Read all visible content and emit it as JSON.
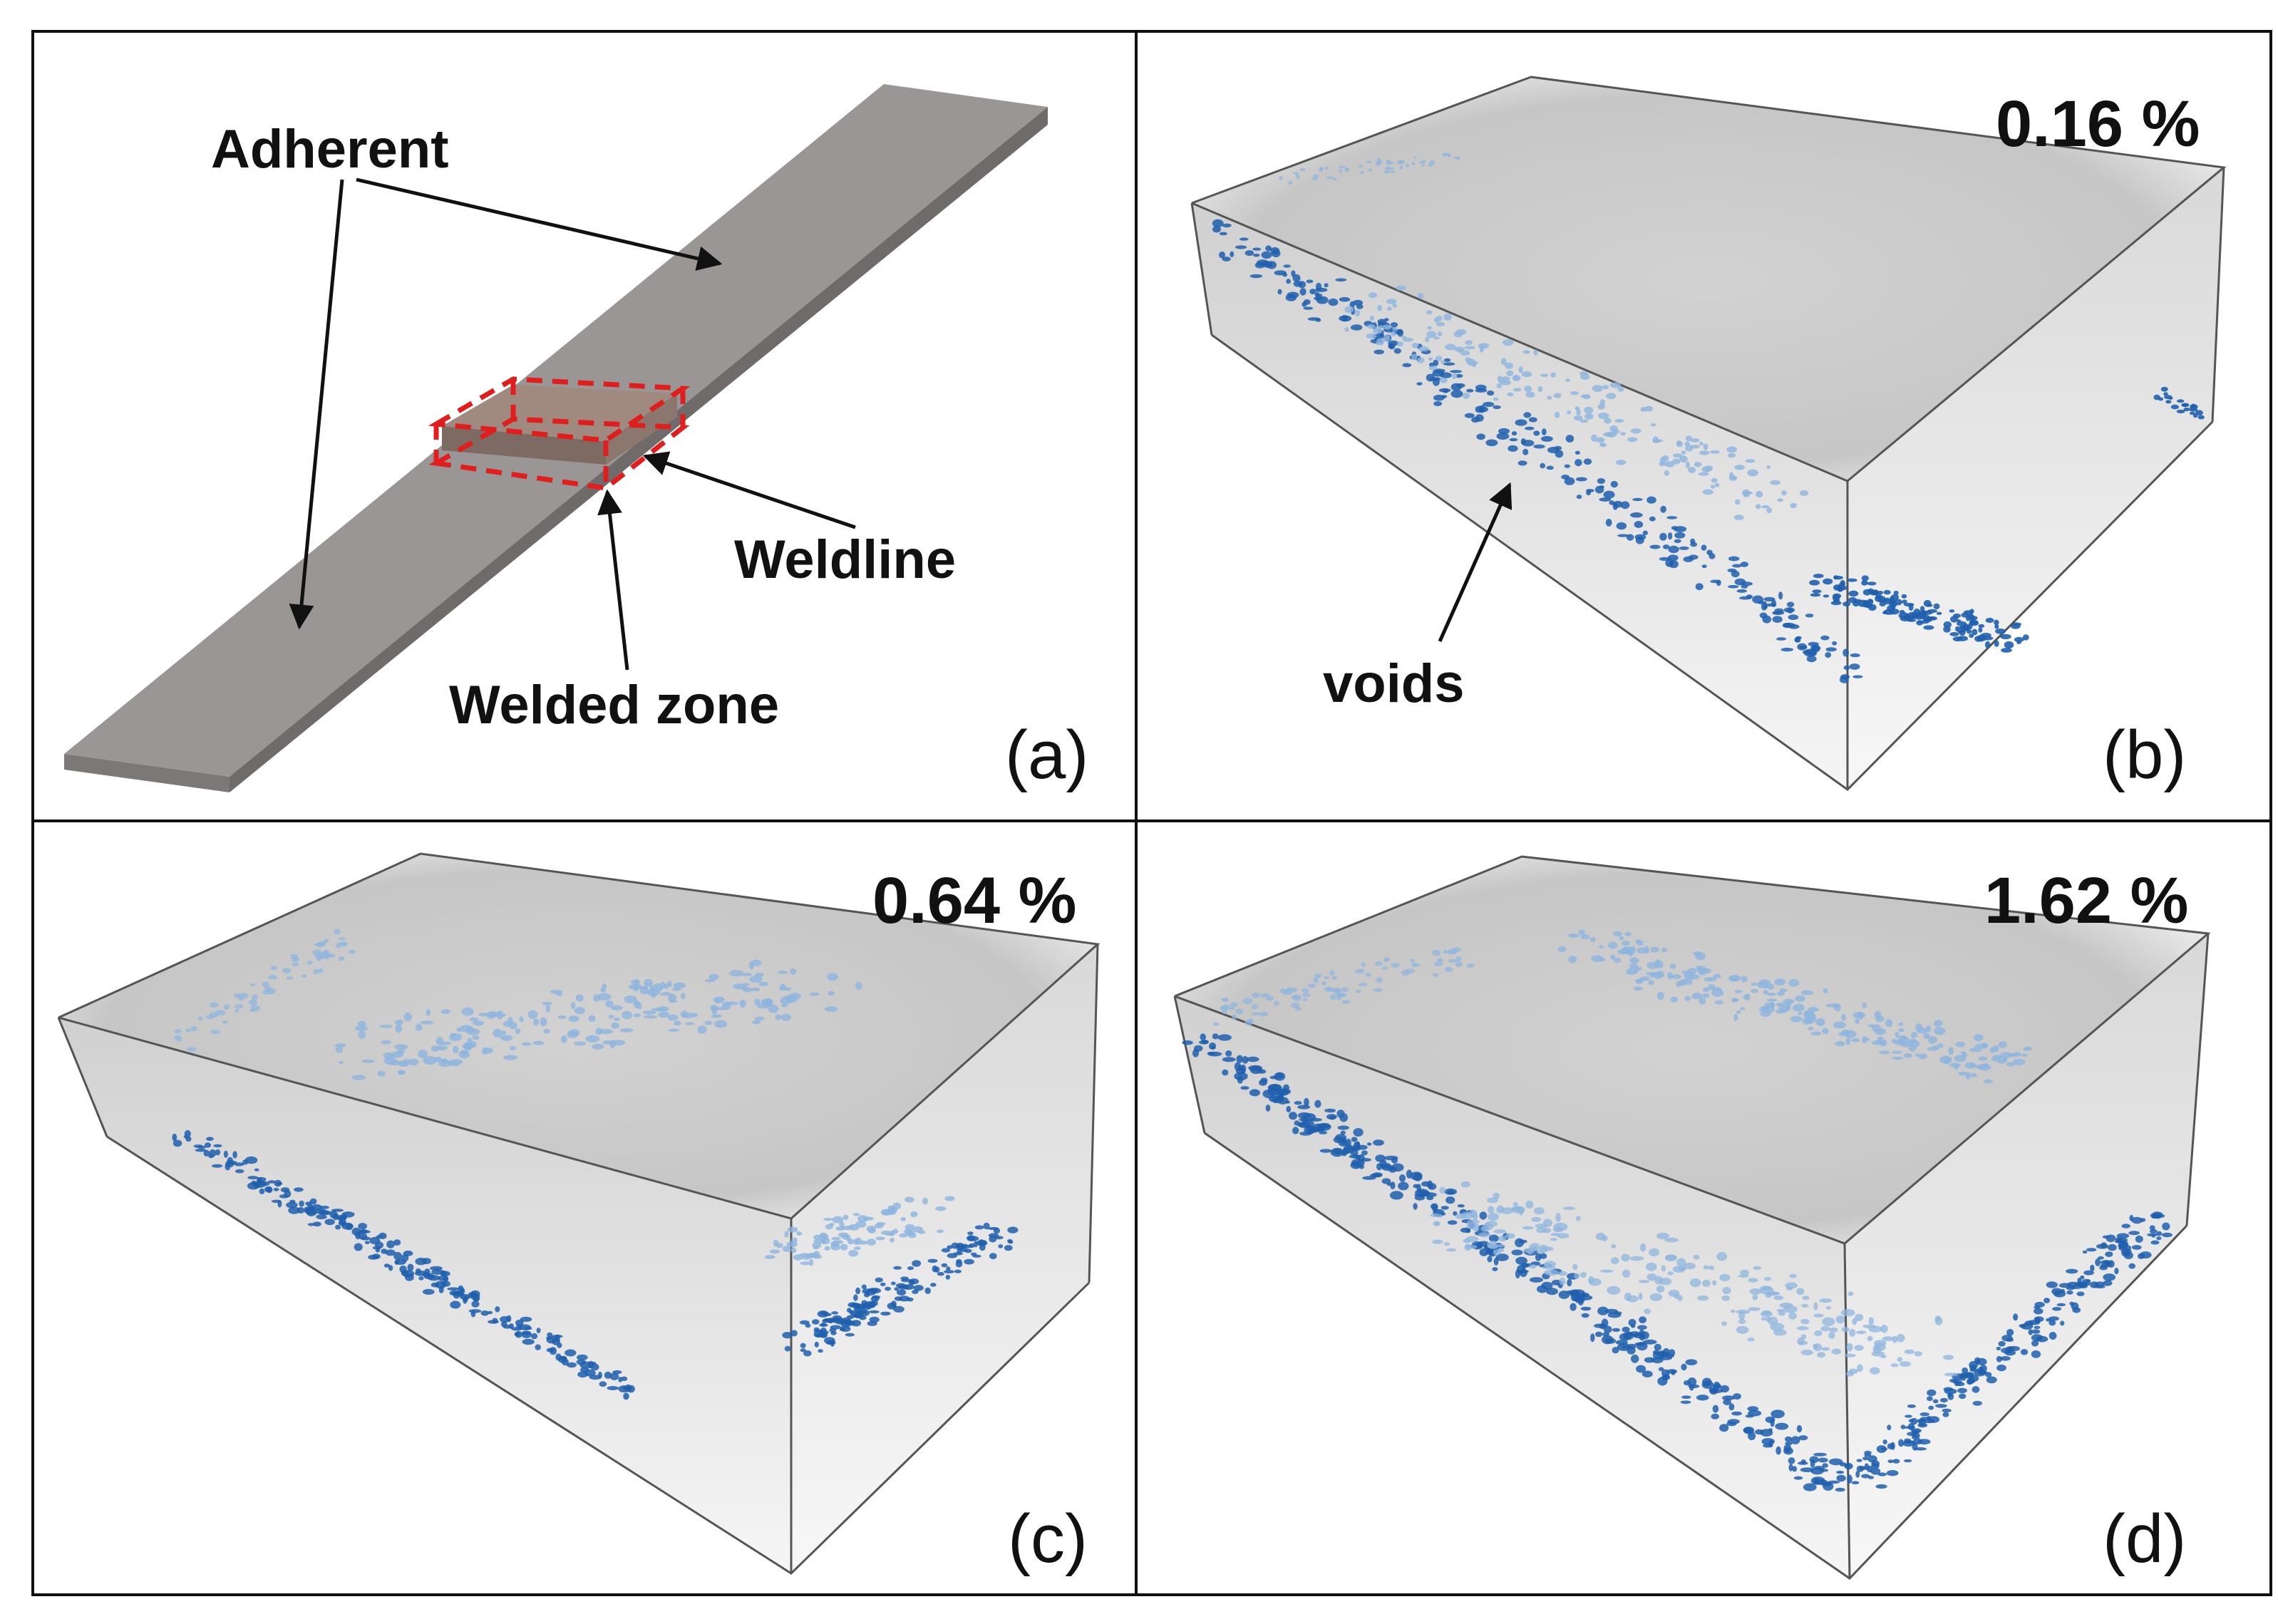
{
  "figure": {
    "panels": [
      {
        "id": "a",
        "label": "(a)",
        "annotations": {
          "adherent": "Adherent",
          "weldline": "Weldline",
          "welded_zone": "Welded zone"
        }
      },
      {
        "id": "b",
        "label": "(b)",
        "void_fraction": "0.16 %",
        "annotation": "voids"
      },
      {
        "id": "c",
        "label": "(c)",
        "void_fraction": "0.64 %"
      },
      {
        "id": "d",
        "label": "(d)",
        "void_fraction": "1.62 %"
      }
    ],
    "colors": {
      "adherent": "#9a9696",
      "welded_zone": "#a08a80",
      "dashed_box": "#e01e1e",
      "void_dark": "#1f5fae",
      "void_light": "#8fb5de",
      "specimen_fill": "#c9c9c9"
    }
  }
}
